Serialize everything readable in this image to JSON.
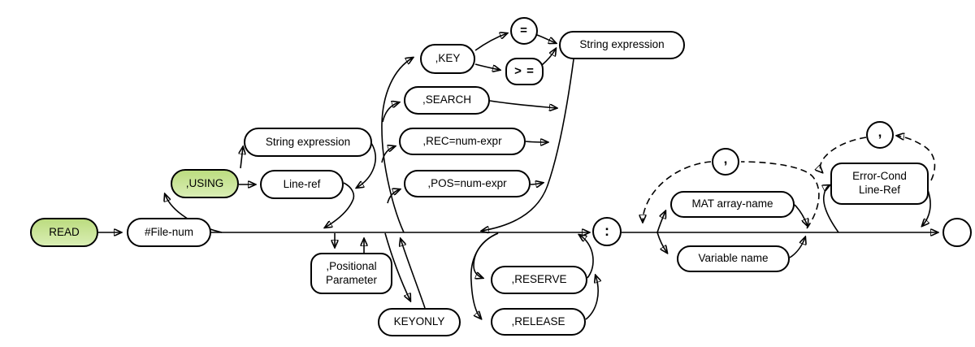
{
  "nodes": {
    "read": "READ",
    "file_num": "#File-num",
    "using": ",USING",
    "string_expression_left": "String expression",
    "line_ref": "Line-ref",
    "key": ",KEY",
    "equal": "=",
    "greater_equal": "> =",
    "string_expression_top": "String expression",
    "search": ",SEARCH",
    "rec_num_expr": ",REC=num-expr",
    "pos_num_expr": ",POS=num-expr",
    "positional_parameter_line1": ",Positional",
    "positional_parameter_line2": "Parameter",
    "keyonly": "KEYONLY",
    "reserve": ",RESERVE",
    "release": ",RELEASE",
    "colon": ":",
    "comma_repeat_1": ",",
    "mat_array_name": "MAT array-name",
    "variable_name": "Variable name",
    "comma_repeat_2": ",",
    "error_cond_line1": "Error-Cond",
    "error_cond_line2": "Line-Ref"
  },
  "colors": {
    "keyword_gradient_top": "#bcdc80",
    "keyword_gradient_bottom": "#d9eeb4",
    "node_fill": "#ffffff",
    "line": "#000000"
  }
}
